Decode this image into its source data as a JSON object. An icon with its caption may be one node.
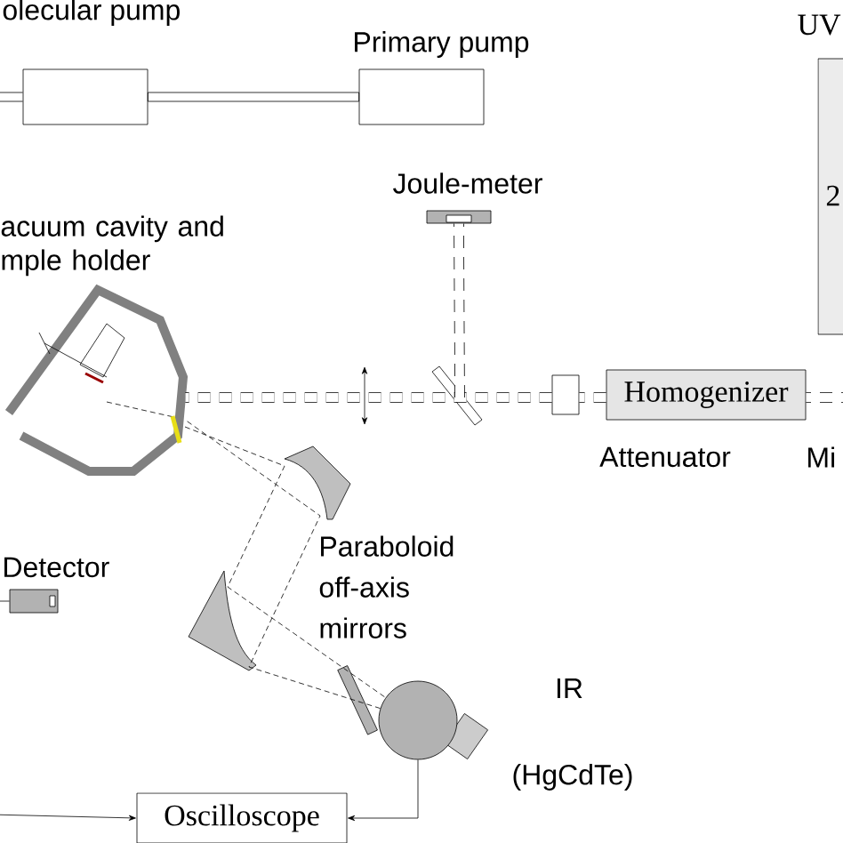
{
  "diagram": {
    "nodes": [
      {
        "text": [
          "olecular pump"
        ]
      },
      {
        "text": [
          "Primary pump"
        ]
      },
      {
        "text": [
          "UV",
          "2"
        ]
      },
      {
        "text": [
          "Joule-meter"
        ]
      },
      {
        "text": [
          "acuum cavity and mple holder"
        ]
      },
      {
        "text": [
          "Homogenizer"
        ]
      },
      {
        "text": [],
        "shape": "box",
        "beside": [
          "Attenuator"
        ]
      },
      {
        "text": [],
        "shape": "circle",
        "beside": [
          "IR",
          "(HgCdTe)"
        ]
      },
      {
        "text": [
          "Oscilloscope"
        ]
      },
      {
        "text": [
          "Detector"
        ]
      }
    ],
    "edges": [
      {
        "from": 0,
        "to": 1,
        "arrow": "none"
      },
      {
        "from": null,
        "to": 0,
        "arrow": "none"
      },
      {
        "from": 7,
        "to": 8,
        "arrow": "to"
      },
      {
        "from": null,
        "to": 8,
        "arrow": "to"
      },
      {
        "from": null,
        "to": 9,
        "arrow": "none"
      },
      {
        "from": null,
        "to": 5,
        "arrow": "none",
        "style": "dashed"
      },
      {
        "from": 5,
        "to": 6,
        "arrow": "none",
        "style": "dashed"
      },
      {
        "from": 6,
        "to": 4,
        "arrow": "none",
        "style": "dashed"
      },
      {
        "from": null,
        "to": 3,
        "arrow": "none",
        "style": "dashed"
      },
      {
        "from": 4,
        "to": 7,
        "arrow": "none",
        "style": "dashed"
      }
    ],
    "labels": [
      "Mi",
      "Paraboloid off-axis mirrors"
    ]
  }
}
